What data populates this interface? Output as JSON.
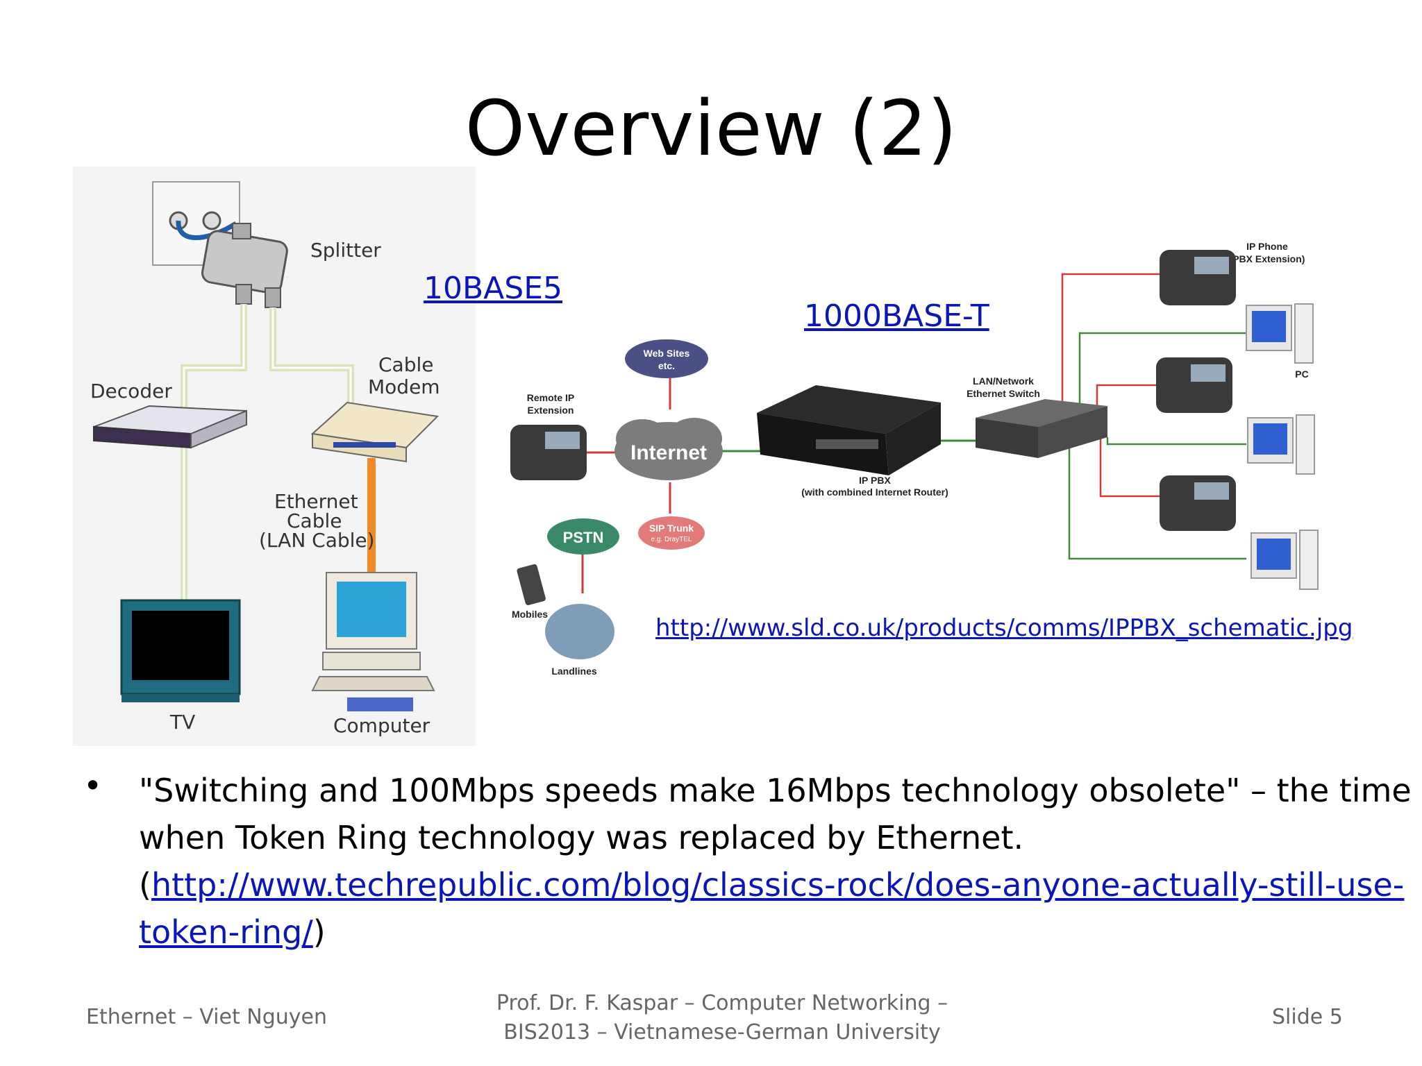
{
  "slide": {
    "title": "Overview (2)",
    "link_10base5": "10BASE5",
    "link_1000baset": "1000BASE-T",
    "image_url": "http://www.sld.co.uk/products/comms/IPPBX_schematic.jpg",
    "bullet": {
      "text_before": "\"Switching and 100Mbps speeds make 16Mbps technology obsolete\" – the time when Token Ring technology was replaced by Ethernet. (",
      "link": "http://www.techrepublic.com/blog/classics-rock/does-anyone-actually-still-use-token-ring/",
      "text_after": ")"
    }
  },
  "left_diagram": {
    "labels": {
      "splitter": "Splitter",
      "decoder": "Decoder",
      "cable_modem_1": "Cable",
      "cable_modem_2": "Modem",
      "ethernet_1": "Ethernet",
      "ethernet_2": "Cable",
      "ethernet_3": "(LAN Cable)",
      "tv": "TV",
      "computer": "Computer"
    }
  },
  "right_diagram": {
    "labels": {
      "web_sites_1": "Web Sites",
      "web_sites_2": "etc.",
      "remote_ip_1": "Remote IP",
      "remote_ip_2": "Extension",
      "internet": "Internet",
      "pstn": "PSTN",
      "sip_trunk_1": "SIP Trunk",
      "sip_trunk_2": "e.g. DrayTEL",
      "mobiles": "Mobiles",
      "landlines": "Landlines",
      "ip_pbx_1": "IP PBX",
      "ip_pbx_2": "(with combined Internet Router)",
      "switch_1": "LAN/Network",
      "switch_2": "Ethernet Switch",
      "ip_phone_1": "IP Phone",
      "ip_phone_2": "(PBX Extension)",
      "pc": "PC"
    }
  },
  "footer": {
    "left": "Ethernet – Viet Nguyen",
    "center_line1": "Prof. Dr. F. Kaspar – Computer Networking –",
    "center_line2": "BIS2013 – Vietnamese-German University",
    "right": "Slide 5"
  }
}
